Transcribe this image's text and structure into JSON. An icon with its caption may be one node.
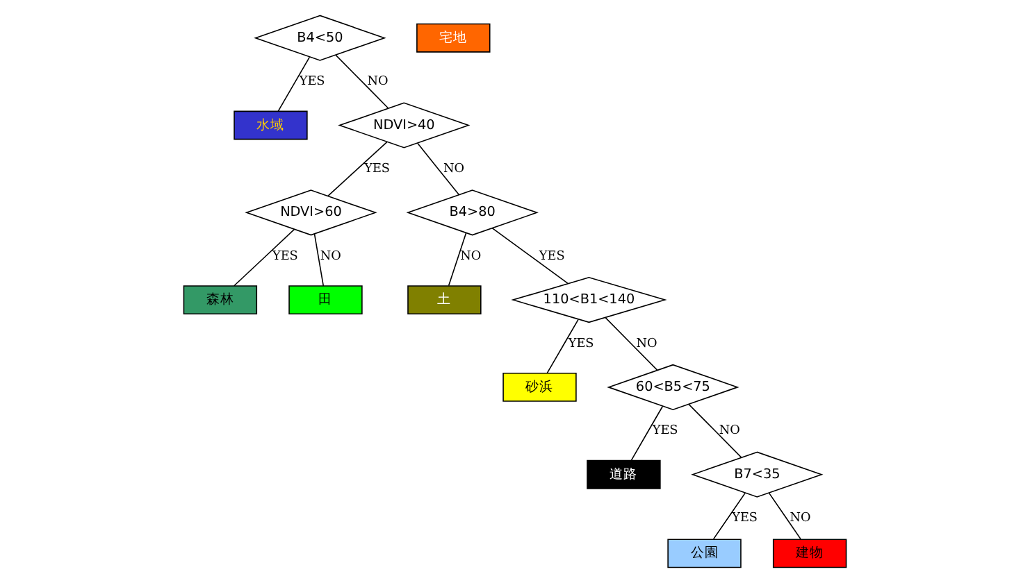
{
  "diagram": {
    "nodes": [
      {
        "text": [
          "B4<50"
        ]
      },
      {
        "text": [
          "水域"
        ]
      },
      {
        "text": [
          "NDVI>40"
        ]
      },
      {
        "text": [
          "NDVI>60"
        ]
      },
      {
        "text": [
          "森林"
        ]
      },
      {
        "text": [
          "田"
        ]
      },
      {
        "text": [
          "B4>80"
        ]
      },
      {
        "text": [
          "土"
        ]
      },
      {
        "text": [
          "110<B1<140"
        ]
      },
      {
        "text": [
          "砂浜"
        ]
      },
      {
        "text": [
          "60<B5<75"
        ]
      },
      {
        "text": [
          "道路"
        ]
      },
      {
        "text": [
          "B7<35"
        ]
      },
      {
        "text": [
          "公園"
        ]
      },
      {
        "text": [
          "建物"
        ]
      },
      {
        "text": [
          "宅地"
        ]
      }
    ],
    "edges": [
      {
        "from": 0,
        "to": 1,
        "arrow": "none",
        "label": "YES"
      },
      {
        "from": 0,
        "to": 2,
        "arrow": "none",
        "label": "NO"
      },
      {
        "from": 2,
        "to": 3,
        "arrow": "none",
        "label": "YES"
      },
      {
        "from": 2,
        "to": 6,
        "arrow": "none",
        "label": "NO"
      },
      {
        "from": 3,
        "to": 4,
        "arrow": "none",
        "label": "YES"
      },
      {
        "from": 3,
        "to": 5,
        "arrow": "none",
        "label": "NO"
      },
      {
        "from": 6,
        "to": 8,
        "arrow": "none",
        "label": "YES"
      },
      {
        "from": 6,
        "to": 7,
        "arrow": "none",
        "label": "NO"
      },
      {
        "from": 8,
        "to": 9,
        "arrow": "none",
        "label": "YES"
      },
      {
        "from": 8,
        "to": 10,
        "arrow": "none",
        "label": "NO"
      },
      {
        "from": 10,
        "to": 11,
        "arrow": "none",
        "label": "YES"
      },
      {
        "from": 10,
        "to": 12,
        "arrow": "none",
        "label": "NO"
      },
      {
        "from": 12,
        "to": 13,
        "arrow": "none",
        "label": "YES"
      },
      {
        "from": 12,
        "to": 14,
        "arrow": "none",
        "label": "NO"
      }
    ]
  }
}
